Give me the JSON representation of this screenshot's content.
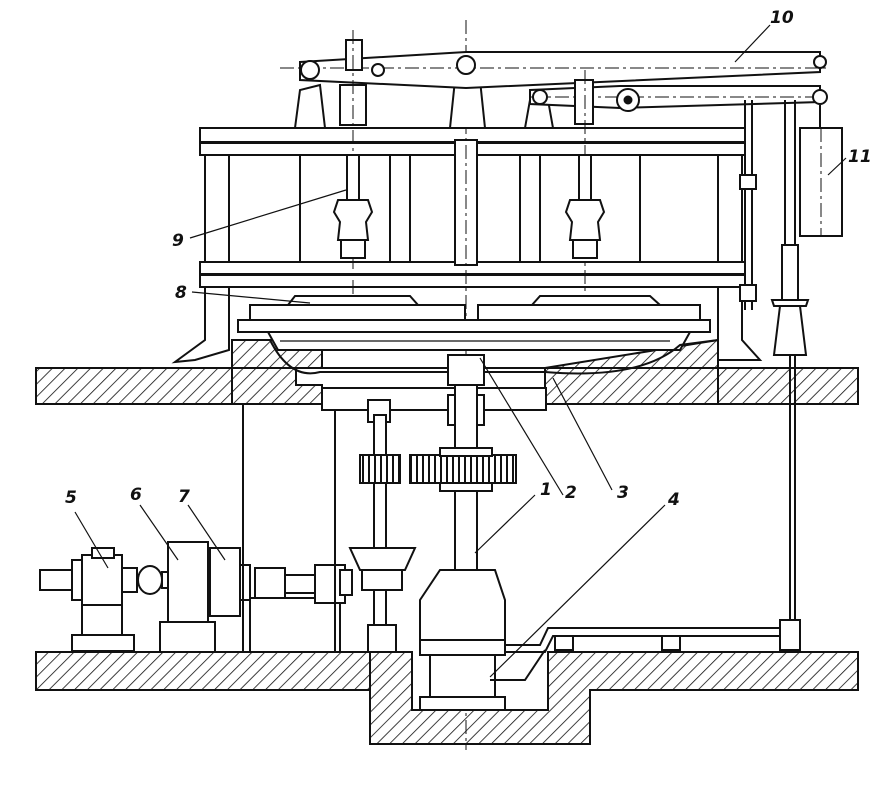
{
  "labels": [
    "1",
    "2",
    "3",
    "4",
    "5",
    "6",
    "7",
    "8",
    "9",
    "10",
    "11"
  ],
  "colors": {
    "ink": "#111111",
    "paper": "#ffffff"
  }
}
